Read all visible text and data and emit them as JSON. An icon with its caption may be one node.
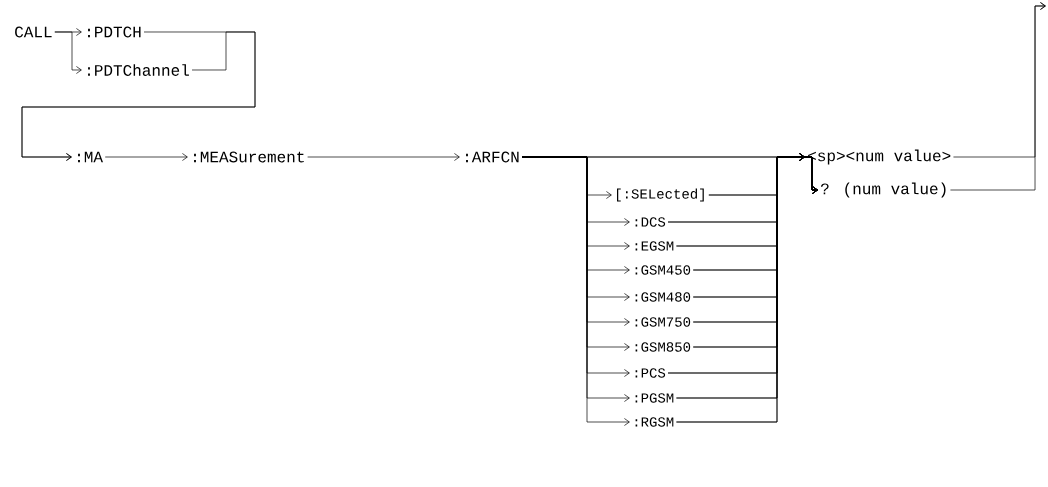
{
  "diagram": {
    "nodes": [
      {
        "text": [
          "CALL"
        ]
      },
      {
        "text": [
          ":PDTCH"
        ]
      },
      {
        "text": [
          ":PDTChannel"
        ]
      },
      {
        "text": [
          ":MA"
        ]
      },
      {
        "text": [
          ":MEASurement"
        ]
      },
      {
        "text": [
          ":ARFCN"
        ]
      },
      {
        "text": [
          "[:SELected]"
        ]
      },
      {
        "text": [
          ":DCS"
        ]
      },
      {
        "text": [
          ":EGSM"
        ]
      },
      {
        "text": [
          ":GSM450"
        ]
      },
      {
        "text": [
          ":GSM480"
        ]
      },
      {
        "text": [
          ":GSM750"
        ]
      },
      {
        "text": [
          ":GSM850"
        ]
      },
      {
        "text": [
          ":PCS"
        ]
      },
      {
        "text": [
          ":PGSM"
        ]
      },
      {
        "text": [
          ":RGSM"
        ]
      },
      {
        "text": [
          "<sp><num value>"
        ]
      },
      {
        "text": [
          "? (num value)"
        ]
      }
    ],
    "edges": [
      {
        "from": 0,
        "to": 1,
        "arrow": "to"
      },
      {
        "from": 0,
        "to": 2,
        "arrow": "to"
      },
      {
        "from": 1,
        "to": 3,
        "arrow": "to"
      },
      {
        "from": 2,
        "to": 3,
        "arrow": "to"
      },
      {
        "from": 3,
        "to": 4,
        "arrow": "to"
      },
      {
        "from": 4,
        "to": 5,
        "arrow": "to"
      },
      {
        "from": 5,
        "to": 6,
        "arrow": "to"
      },
      {
        "from": 5,
        "to": 7,
        "arrow": "to"
      },
      {
        "from": 5,
        "to": 8,
        "arrow": "to"
      },
      {
        "from": 5,
        "to": 9,
        "arrow": "to"
      },
      {
        "from": 5,
        "to": 10,
        "arrow": "to"
      },
      {
        "from": 5,
        "to": 11,
        "arrow": "to"
      },
      {
        "from": 5,
        "to": 12,
        "arrow": "to"
      },
      {
        "from": 5,
        "to": 13,
        "arrow": "to"
      },
      {
        "from": 5,
        "to": 14,
        "arrow": "to"
      },
      {
        "from": 5,
        "to": 15,
        "arrow": "to"
      },
      {
        "from": 5,
        "to": 16,
        "arrow": "to"
      },
      {
        "from": 5,
        "to": 17,
        "arrow": "to"
      },
      {
        "from": 6,
        "to": 16,
        "arrow": "to"
      },
      {
        "from": 7,
        "to": 16,
        "arrow": "to"
      },
      {
        "from": 8,
        "to": 16,
        "arrow": "to"
      },
      {
        "from": 9,
        "to": 16,
        "arrow": "to"
      },
      {
        "from": 10,
        "to": 16,
        "arrow": "to"
      },
      {
        "from": 11,
        "to": 16,
        "arrow": "to"
      },
      {
        "from": 12,
        "to": 16,
        "arrow": "to"
      },
      {
        "from": 13,
        "to": 16,
        "arrow": "to"
      },
      {
        "from": 14,
        "to": 16,
        "arrow": "to"
      },
      {
        "from": 15,
        "to": 16,
        "arrow": "to"
      },
      {
        "from": 6,
        "to": 17,
        "arrow": "to"
      },
      {
        "from": 7,
        "to": 17,
        "arrow": "to"
      },
      {
        "from": 8,
        "to": 17,
        "arrow": "to"
      },
      {
        "from": 9,
        "to": 17,
        "arrow": "to"
      },
      {
        "from": 10,
        "to": 17,
        "arrow": "to"
      },
      {
        "from": 11,
        "to": 17,
        "arrow": "to"
      },
      {
        "from": 12,
        "to": 17,
        "arrow": "to"
      },
      {
        "from": 13,
        "to": 17,
        "arrow": "to"
      },
      {
        "from": 14,
        "to": 17,
        "arrow": "to"
      },
      {
        "from": 15,
        "to": 17,
        "arrow": "to"
      },
      {
        "from": 16,
        "to": null,
        "arrow": "to"
      },
      {
        "from": 17,
        "to": null,
        "arrow": "to"
      }
    ]
  }
}
